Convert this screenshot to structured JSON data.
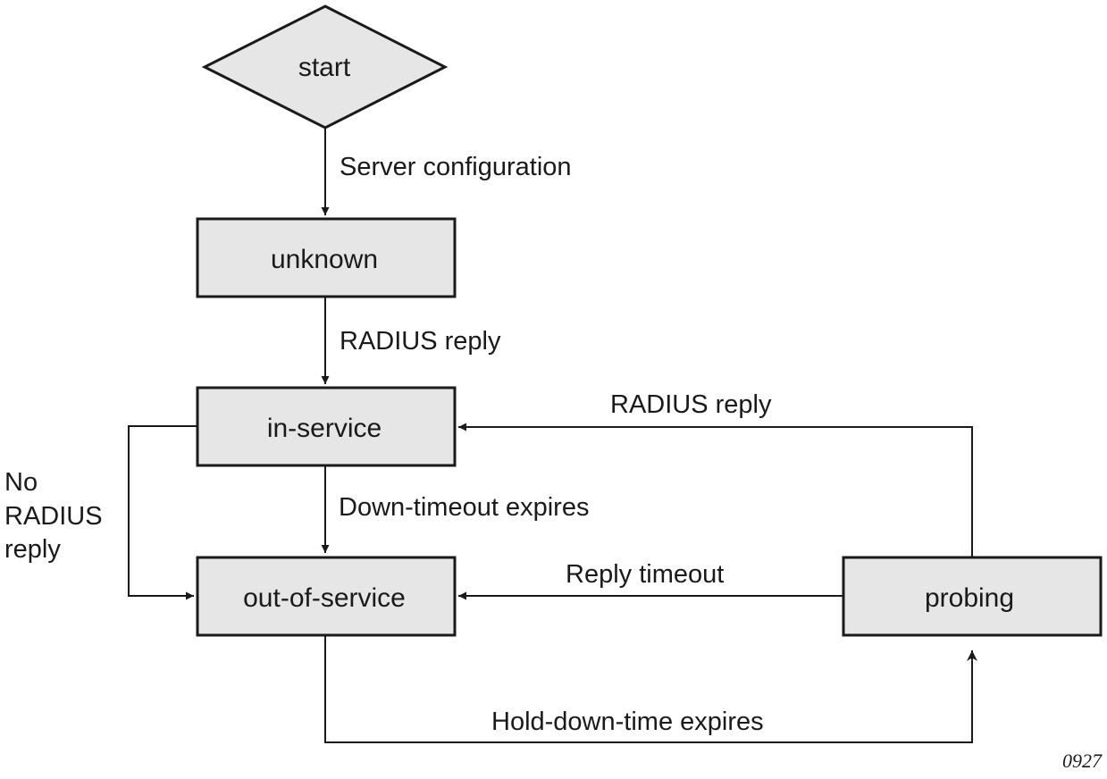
{
  "nodes": {
    "start": "start",
    "unknown": "unknown",
    "in_service": "in-service",
    "out_of_service": "out-of-service",
    "probing": "probing"
  },
  "edges": {
    "server_configuration": "Server configuration",
    "radius_reply_1": "RADIUS reply",
    "radius_reply_2": "RADIUS reply",
    "down_timeout": "Down-timeout expires",
    "no_radius_reply": [
      "No",
      "RADIUS",
      "reply"
    ],
    "reply_timeout": "Reply timeout",
    "hold_down": "Hold-down-time expires"
  },
  "figure_id": "0927",
  "colors": {
    "node_fill": "#e6e6e6",
    "stroke": "#1a1a1a"
  }
}
